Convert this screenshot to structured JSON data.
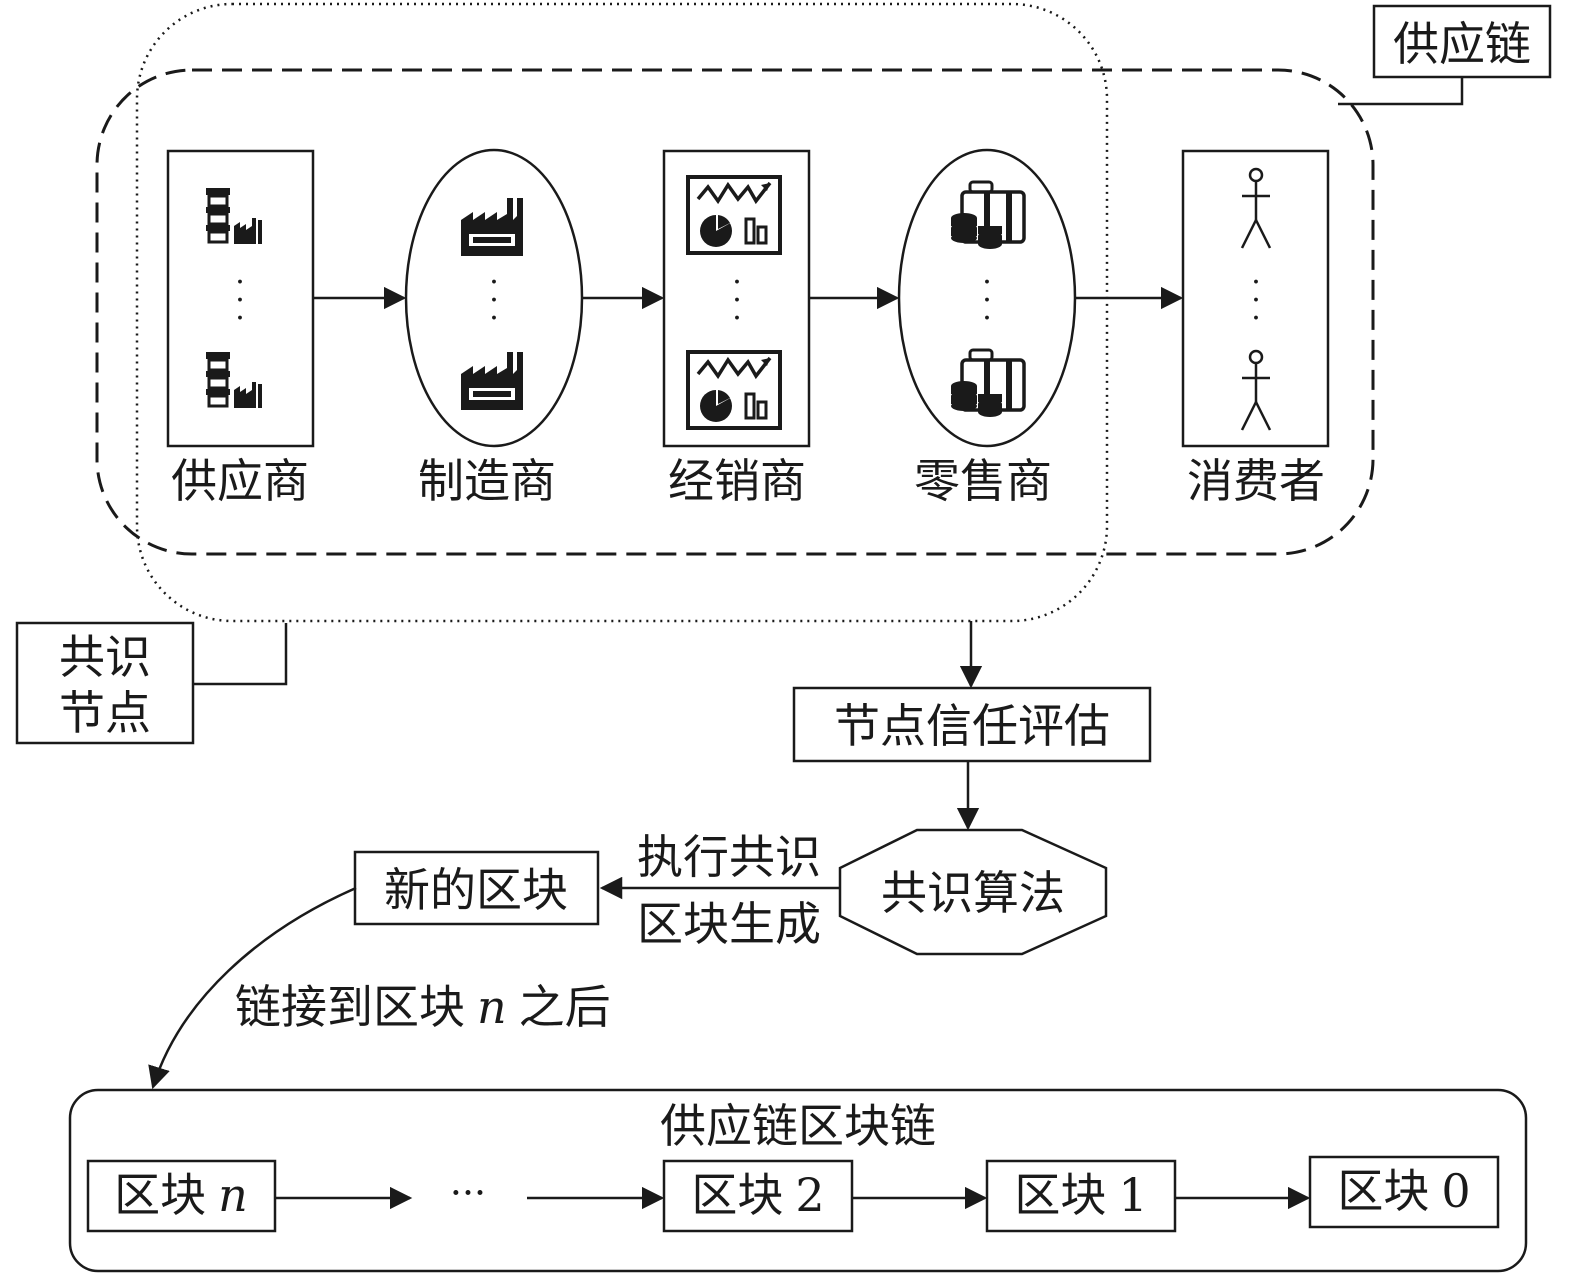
{
  "frames": {
    "supply_chain_label": "供应链",
    "consensus_nodes_label_line1": "共识",
    "consensus_nodes_label_line2": "节点"
  },
  "actors": [
    {
      "label": "供应商",
      "shape": "rectangle",
      "icon": "factory-parts-icon"
    },
    {
      "label": "制造商",
      "shape": "ellipse",
      "icon": "factory-icon"
    },
    {
      "label": "经销商",
      "shape": "rectangle",
      "icon": "analytics-chart-icon"
    },
    {
      "label": "零售商",
      "shape": "ellipse",
      "icon": "shopping-coins-icon"
    },
    {
      "label": "消费者",
      "shape": "rectangle",
      "icon": "person-icon"
    }
  ],
  "process": {
    "trust_eval": "节点信任评估",
    "consensus_algo": "共识算法",
    "new_block": "新的区块",
    "edge_label_line1": "执行共识",
    "edge_label_line2": "区块生成",
    "link_label": "链接到区块",
    "link_label_var": "n",
    "link_label_suffix": "之后"
  },
  "blockchain": {
    "title": "供应链区块链",
    "ellipsis": "···",
    "blocks": [
      {
        "prefix": "区块",
        "suffix": "n",
        "italic": true
      },
      {
        "prefix": "区块",
        "suffix": "2",
        "italic": false
      },
      {
        "prefix": "区块",
        "suffix": "1",
        "italic": false
      },
      {
        "prefix": "区块",
        "suffix": "0",
        "italic": false
      }
    ]
  }
}
